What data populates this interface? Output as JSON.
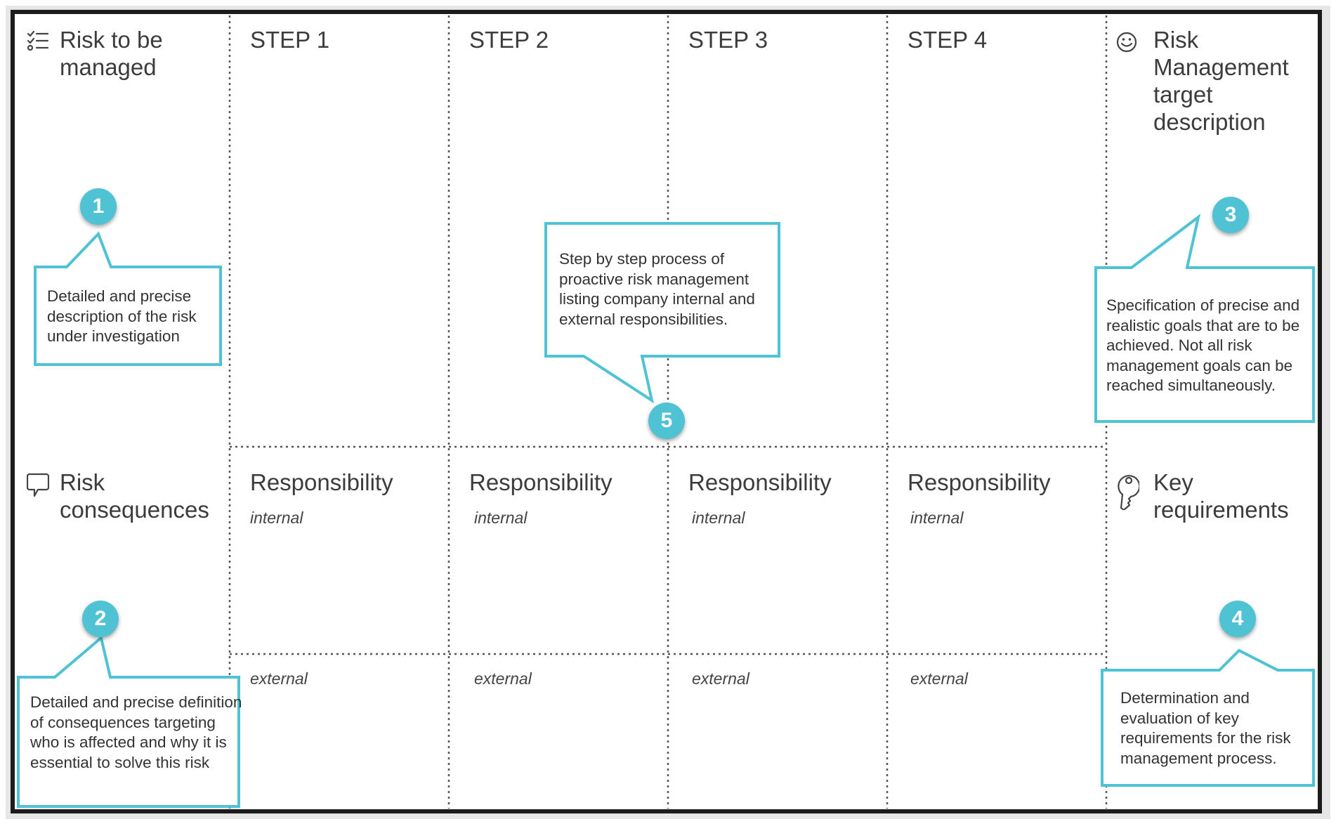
{
  "colors": {
    "accent": "#4fc3d3",
    "frame": "#1c1c1c",
    "divider": "#555555"
  },
  "left": {
    "top_heading": "Risk to be managed",
    "bottom_heading": "Risk consequences"
  },
  "steps": [
    {
      "label": "STEP 1",
      "responsibility": "Responsibility",
      "internal": "internal",
      "external": "external"
    },
    {
      "label": "STEP 2",
      "responsibility": "Responsibility",
      "internal": "internal",
      "external": "external"
    },
    {
      "label": "STEP 3",
      "responsibility": "Responsibility",
      "internal": "internal",
      "external": "external"
    },
    {
      "label": "STEP 4",
      "responsibility": "Responsibility",
      "internal": "internal",
      "external": "external"
    }
  ],
  "right": {
    "top_heading": "Risk Management target description",
    "bottom_heading": "Key requirements"
  },
  "icons": {
    "top_left": "checklist-icon",
    "bottom_left": "speech-bubble-icon",
    "top_right": "smiley-icon",
    "bottom_right": "key-icon"
  },
  "callouts": [
    {
      "number": "1",
      "text": "Detailed and precise description of the risk under investigation"
    },
    {
      "number": "2",
      "text": "Detailed and precise definition of consequences targeting who is affected and why it is essential to solve this risk"
    },
    {
      "number": "3",
      "text": "Specification of precise and realistic goals that are to be achieved. Not all risk management goals can be reached simultaneously."
    },
    {
      "number": "4",
      "text": "Determination and evaluation of key requirements for the risk management process."
    },
    {
      "number": "5",
      "text": "Step by step process of proactive risk management listing company internal and external responsibilities."
    }
  ]
}
